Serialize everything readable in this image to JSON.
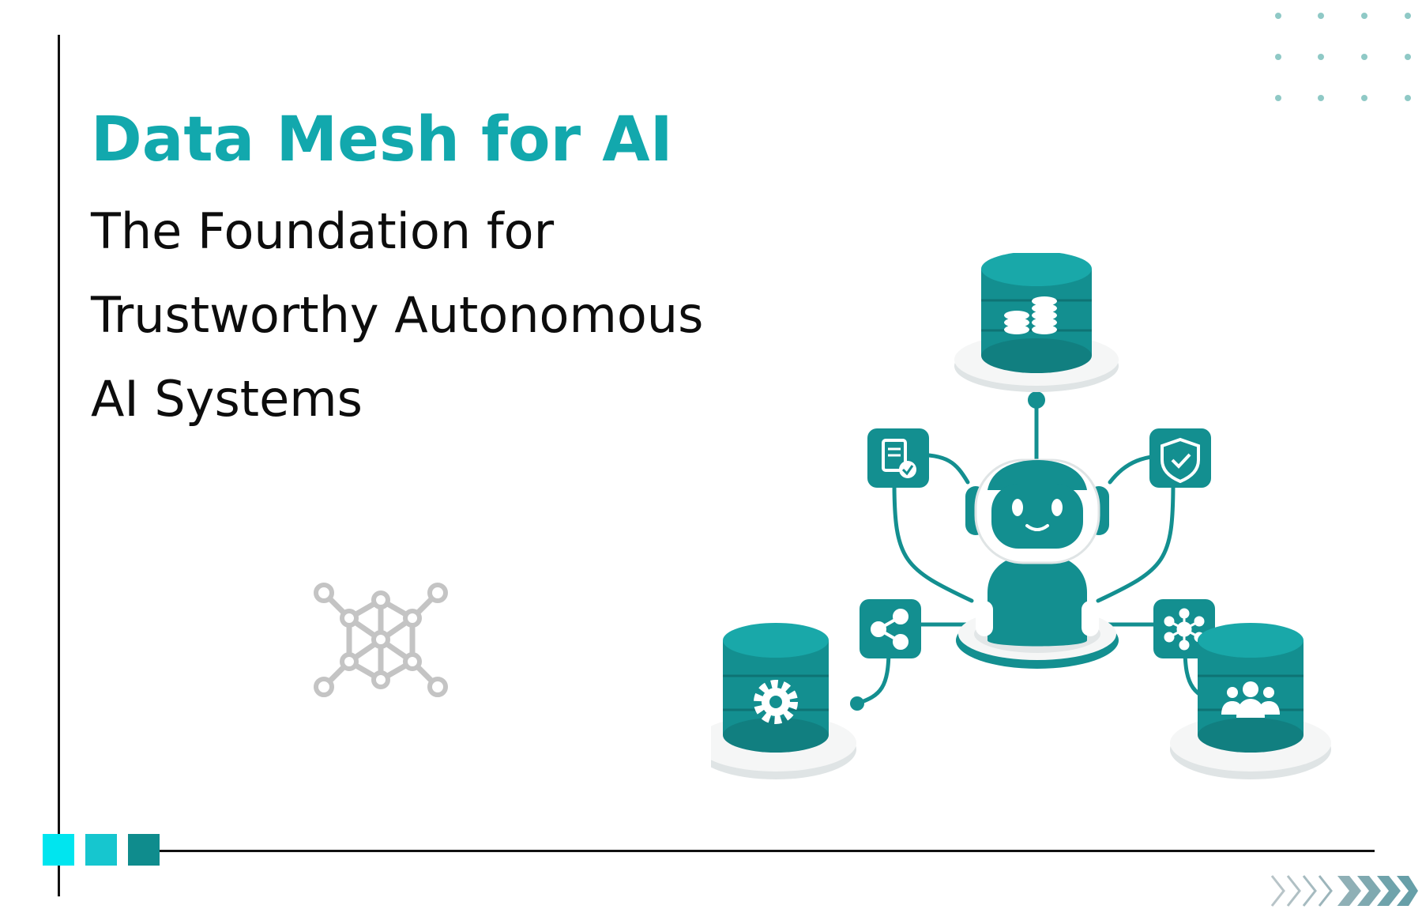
{
  "slide": {
    "title": "Data Mesh for AI",
    "subtitle_lines": [
      "The Foundation for",
      "Trustworthy Autonomous",
      "AI Systems"
    ]
  },
  "colors": {
    "title": "#12a8ad",
    "teal": "#138f90",
    "teal_light": "#19a8a9",
    "square_1": "#00e5ef",
    "square_2": "#16c6cf",
    "square_3": "#0f8c8d",
    "text": "#0d0d0d",
    "icon_gray": "#c4c4c4"
  },
  "icons": [
    "network-mesh-icon",
    "coins-icon",
    "document-check-icon",
    "shield-check-icon",
    "share-icon",
    "hub-icon",
    "gear-icon",
    "users-icon",
    "robot-icon",
    "dot-grid-decoration",
    "chevron-arrows-decoration"
  ]
}
